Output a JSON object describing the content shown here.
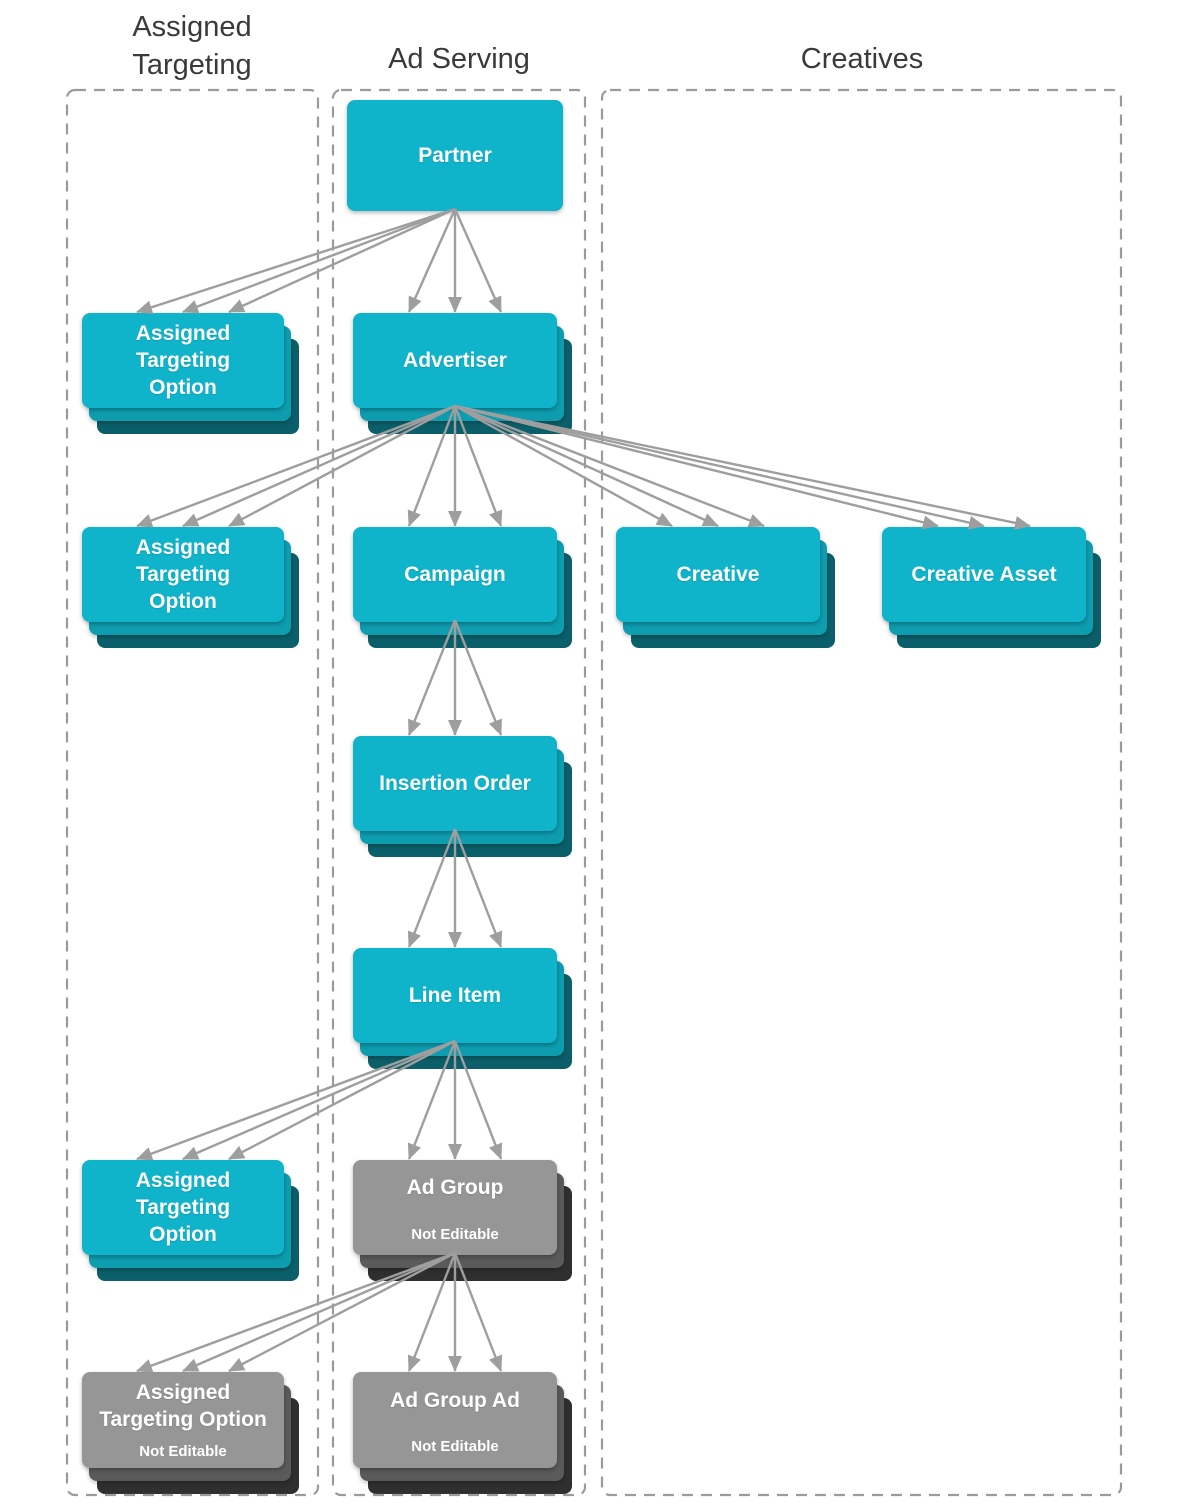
{
  "headers": {
    "assigned_targeting": "Assigned Targeting",
    "ad_serving": "Ad Serving",
    "creatives": "Creatives"
  },
  "nodes": {
    "partner": {
      "label": "Partner",
      "editable": true
    },
    "ato1": {
      "label": "Assigned Targeting Option",
      "editable": true
    },
    "advertiser": {
      "label": "Advertiser",
      "editable": true
    },
    "ato2": {
      "label": "Assigned Targeting Option",
      "editable": true
    },
    "campaign": {
      "label": "Campaign",
      "editable": true
    },
    "creative": {
      "label": "Creative",
      "editable": true
    },
    "creative_asset": {
      "label": "Creative Asset",
      "editable": true
    },
    "insertion_order": {
      "label": "Insertion Order",
      "editable": true
    },
    "line_item": {
      "label": "Line Item",
      "editable": true
    },
    "ato3": {
      "label": "Assigned Targeting Option",
      "editable": true
    },
    "ad_group": {
      "label": "Ad Group",
      "sublabel": "Not Editable",
      "editable": false
    },
    "ato_not_editable": {
      "label": "Assigned Targeting Option",
      "sublabel": "Not Editable",
      "editable": false
    },
    "ad_group_ad": {
      "label": "Ad Group Ad",
      "sublabel": "Not Editable",
      "editable": false
    }
  },
  "connections": [
    {
      "from": "partner",
      "to": "ato1"
    },
    {
      "from": "partner",
      "to": "advertiser"
    },
    {
      "from": "advertiser",
      "to": "ato2"
    },
    {
      "from": "advertiser",
      "to": "campaign"
    },
    {
      "from": "advertiser",
      "to": "creative"
    },
    {
      "from": "advertiser",
      "to": "creative_asset"
    },
    {
      "from": "campaign",
      "to": "insertion_order"
    },
    {
      "from": "insertion_order",
      "to": "line_item"
    },
    {
      "from": "line_item",
      "to": "ato3"
    },
    {
      "from": "line_item",
      "to": "ad_group"
    },
    {
      "from": "ad_group",
      "to": "ato_not_editable"
    },
    {
      "from": "ad_group",
      "to": "ad_group_ad"
    }
  ],
  "colors": {
    "entity_front": "#0FB4CB",
    "entity_mid": "#0E9CAF",
    "entity_back": "#0B5F6A",
    "not_editable_front": "#969696",
    "not_editable_mid": "#5A5A5A",
    "not_editable_back": "#2F2F2F",
    "arrow": "#9E9E9E",
    "column_border": "#9B9B9B",
    "header_text": "#3A3A3A",
    "node_text": "#FFFFFF"
  }
}
